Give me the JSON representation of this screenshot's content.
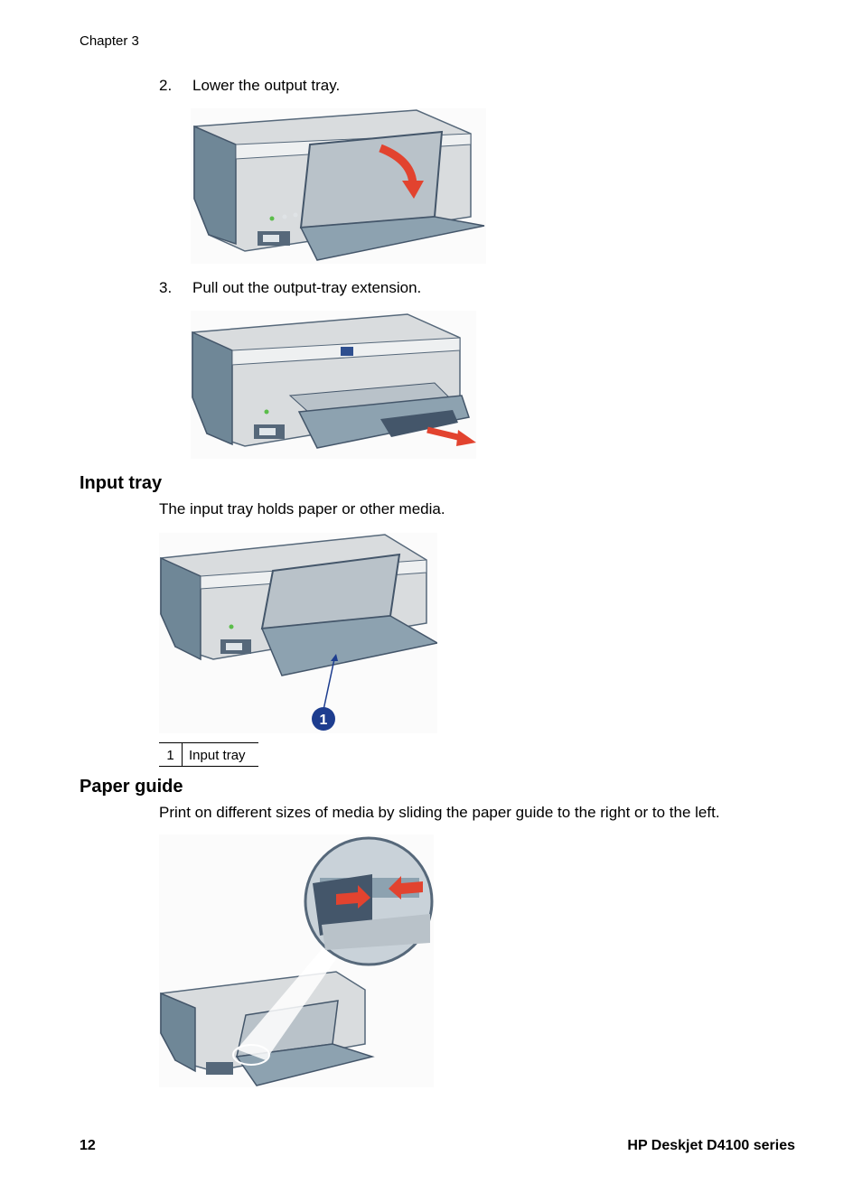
{
  "header": {
    "chapter": "Chapter 3"
  },
  "steps": [
    {
      "num": "2.",
      "text": "Lower the output tray."
    },
    {
      "num": "3.",
      "text": "Pull out the output-tray extension."
    }
  ],
  "input_tray": {
    "heading": "Input tray",
    "description": "The input tray holds paper or other media.",
    "callout_number": "1",
    "legend": {
      "number": "1",
      "label": "Input tray"
    }
  },
  "paper_guide": {
    "heading": "Paper guide",
    "description": "Print on different sizes of media by sliding the paper guide to the right or to the left."
  },
  "footer": {
    "page_number": "12",
    "product": "HP Deskjet D4100 series"
  },
  "colors": {
    "printer_body": "#d9dcde",
    "printer_side": "#6f8797",
    "tray_blue": "#8da2b0",
    "arrow_red": "#e2432f",
    "callout_blue": "#1d3d8f"
  }
}
